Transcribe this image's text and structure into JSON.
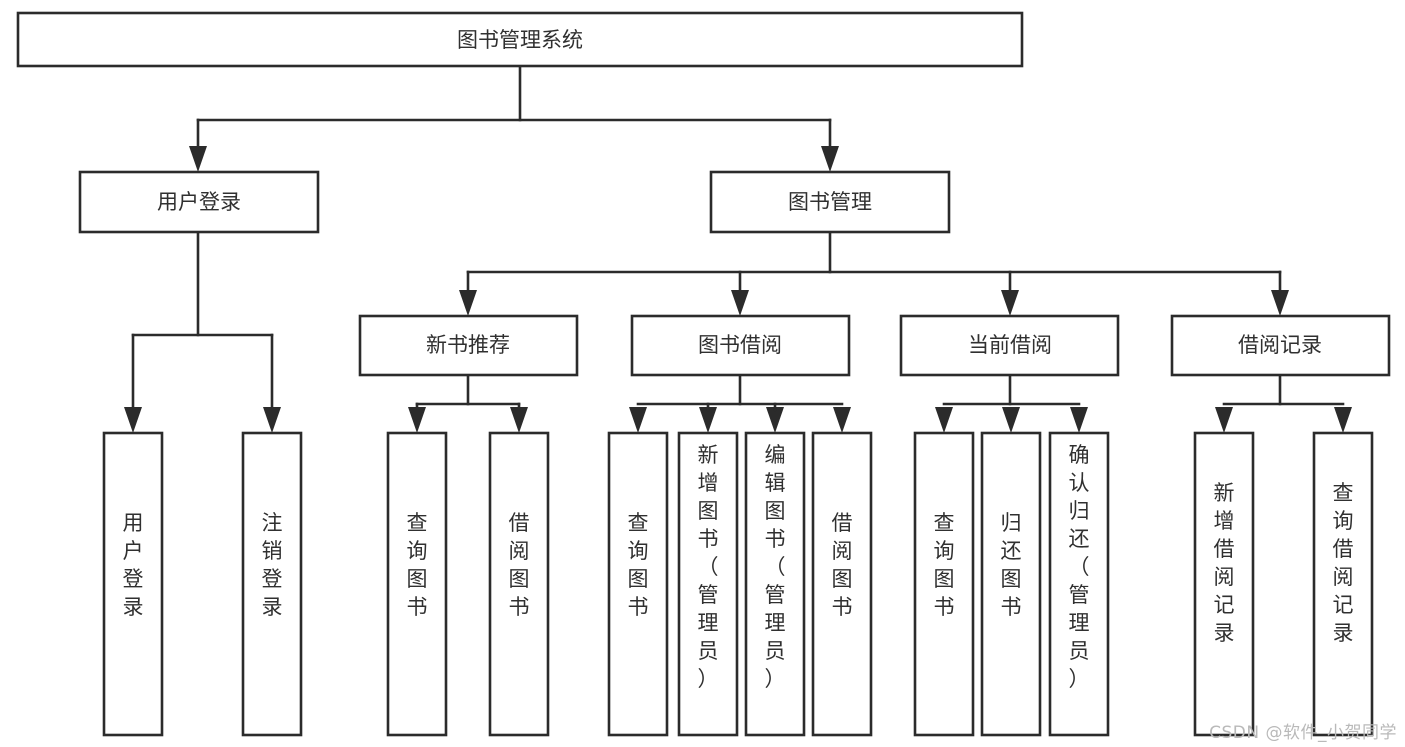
{
  "diagram": {
    "type": "tree",
    "title": "图书管理系统",
    "watermark": "CSDN @软件_小贺同学",
    "colors": {
      "box_stroke": "#2b2b2b",
      "box_fill": "#ffffff",
      "text": "#303030",
      "connector": "#2b2b2b",
      "watermark": "#b9b9b9",
      "background": "#ffffff"
    },
    "nodes": {
      "root": {
        "label": "图书管理系统"
      },
      "level1": [
        {
          "label": "用户登录"
        },
        {
          "label": "图书管理"
        }
      ],
      "level2": [
        {
          "label": "新书推荐"
        },
        {
          "label": "图书借阅"
        },
        {
          "label": "当前借阅"
        },
        {
          "label": "借阅记录"
        }
      ],
      "leaves_user_login": [
        {
          "label": "用户登录"
        },
        {
          "label": "注销登录"
        }
      ],
      "leaves_new_book": [
        {
          "label": "查询图书"
        },
        {
          "label": "借阅图书"
        }
      ],
      "leaves_borrow": [
        {
          "label": "查询图书"
        },
        {
          "label": "新增图书（管理员）"
        },
        {
          "label": "编辑图书（管理员）"
        },
        {
          "label": "借阅图书"
        }
      ],
      "leaves_current": [
        {
          "label": "查询图书"
        },
        {
          "label": "归还图书"
        },
        {
          "label": "确认归还（管理员）"
        }
      ],
      "leaves_record": [
        {
          "label": "新增借阅记录"
        },
        {
          "label": "查询借阅记录"
        }
      ]
    }
  }
}
